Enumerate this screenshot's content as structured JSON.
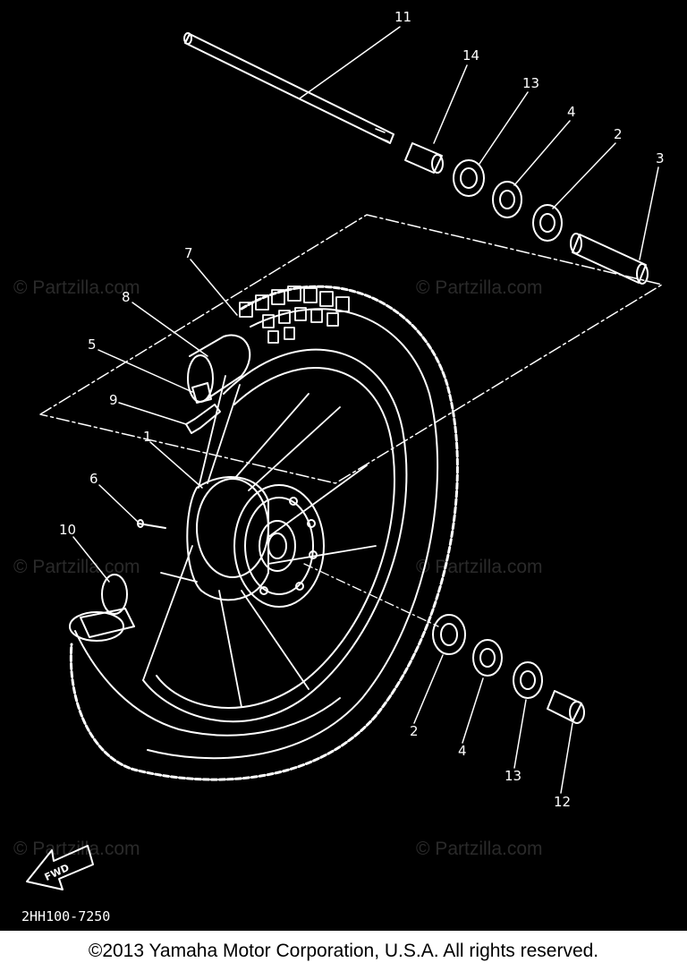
{
  "callouts": {
    "c11": "11",
    "c14": "14",
    "c13a": "13",
    "c4a": "4",
    "c2a": "2",
    "c3": "3",
    "c7": "7",
    "c8": "8",
    "c5": "5",
    "c9": "9",
    "c1": "1",
    "c6": "6",
    "c10": "10",
    "c2b": "2",
    "c4b": "4",
    "c13b": "13",
    "c12": "12"
  },
  "watermark_text": "© Partzilla.com",
  "fwd_label": "FWD",
  "diagram_code": "2HH100-7250",
  "footer": {
    "copyright": "©2013 Yamaha Motor Corporation, U.S.A. All rights reserved."
  },
  "colors": {
    "background": "#000000",
    "line": "#ffffff",
    "watermark": "#2a2a2a",
    "footer_bg": "#ffffff"
  }
}
